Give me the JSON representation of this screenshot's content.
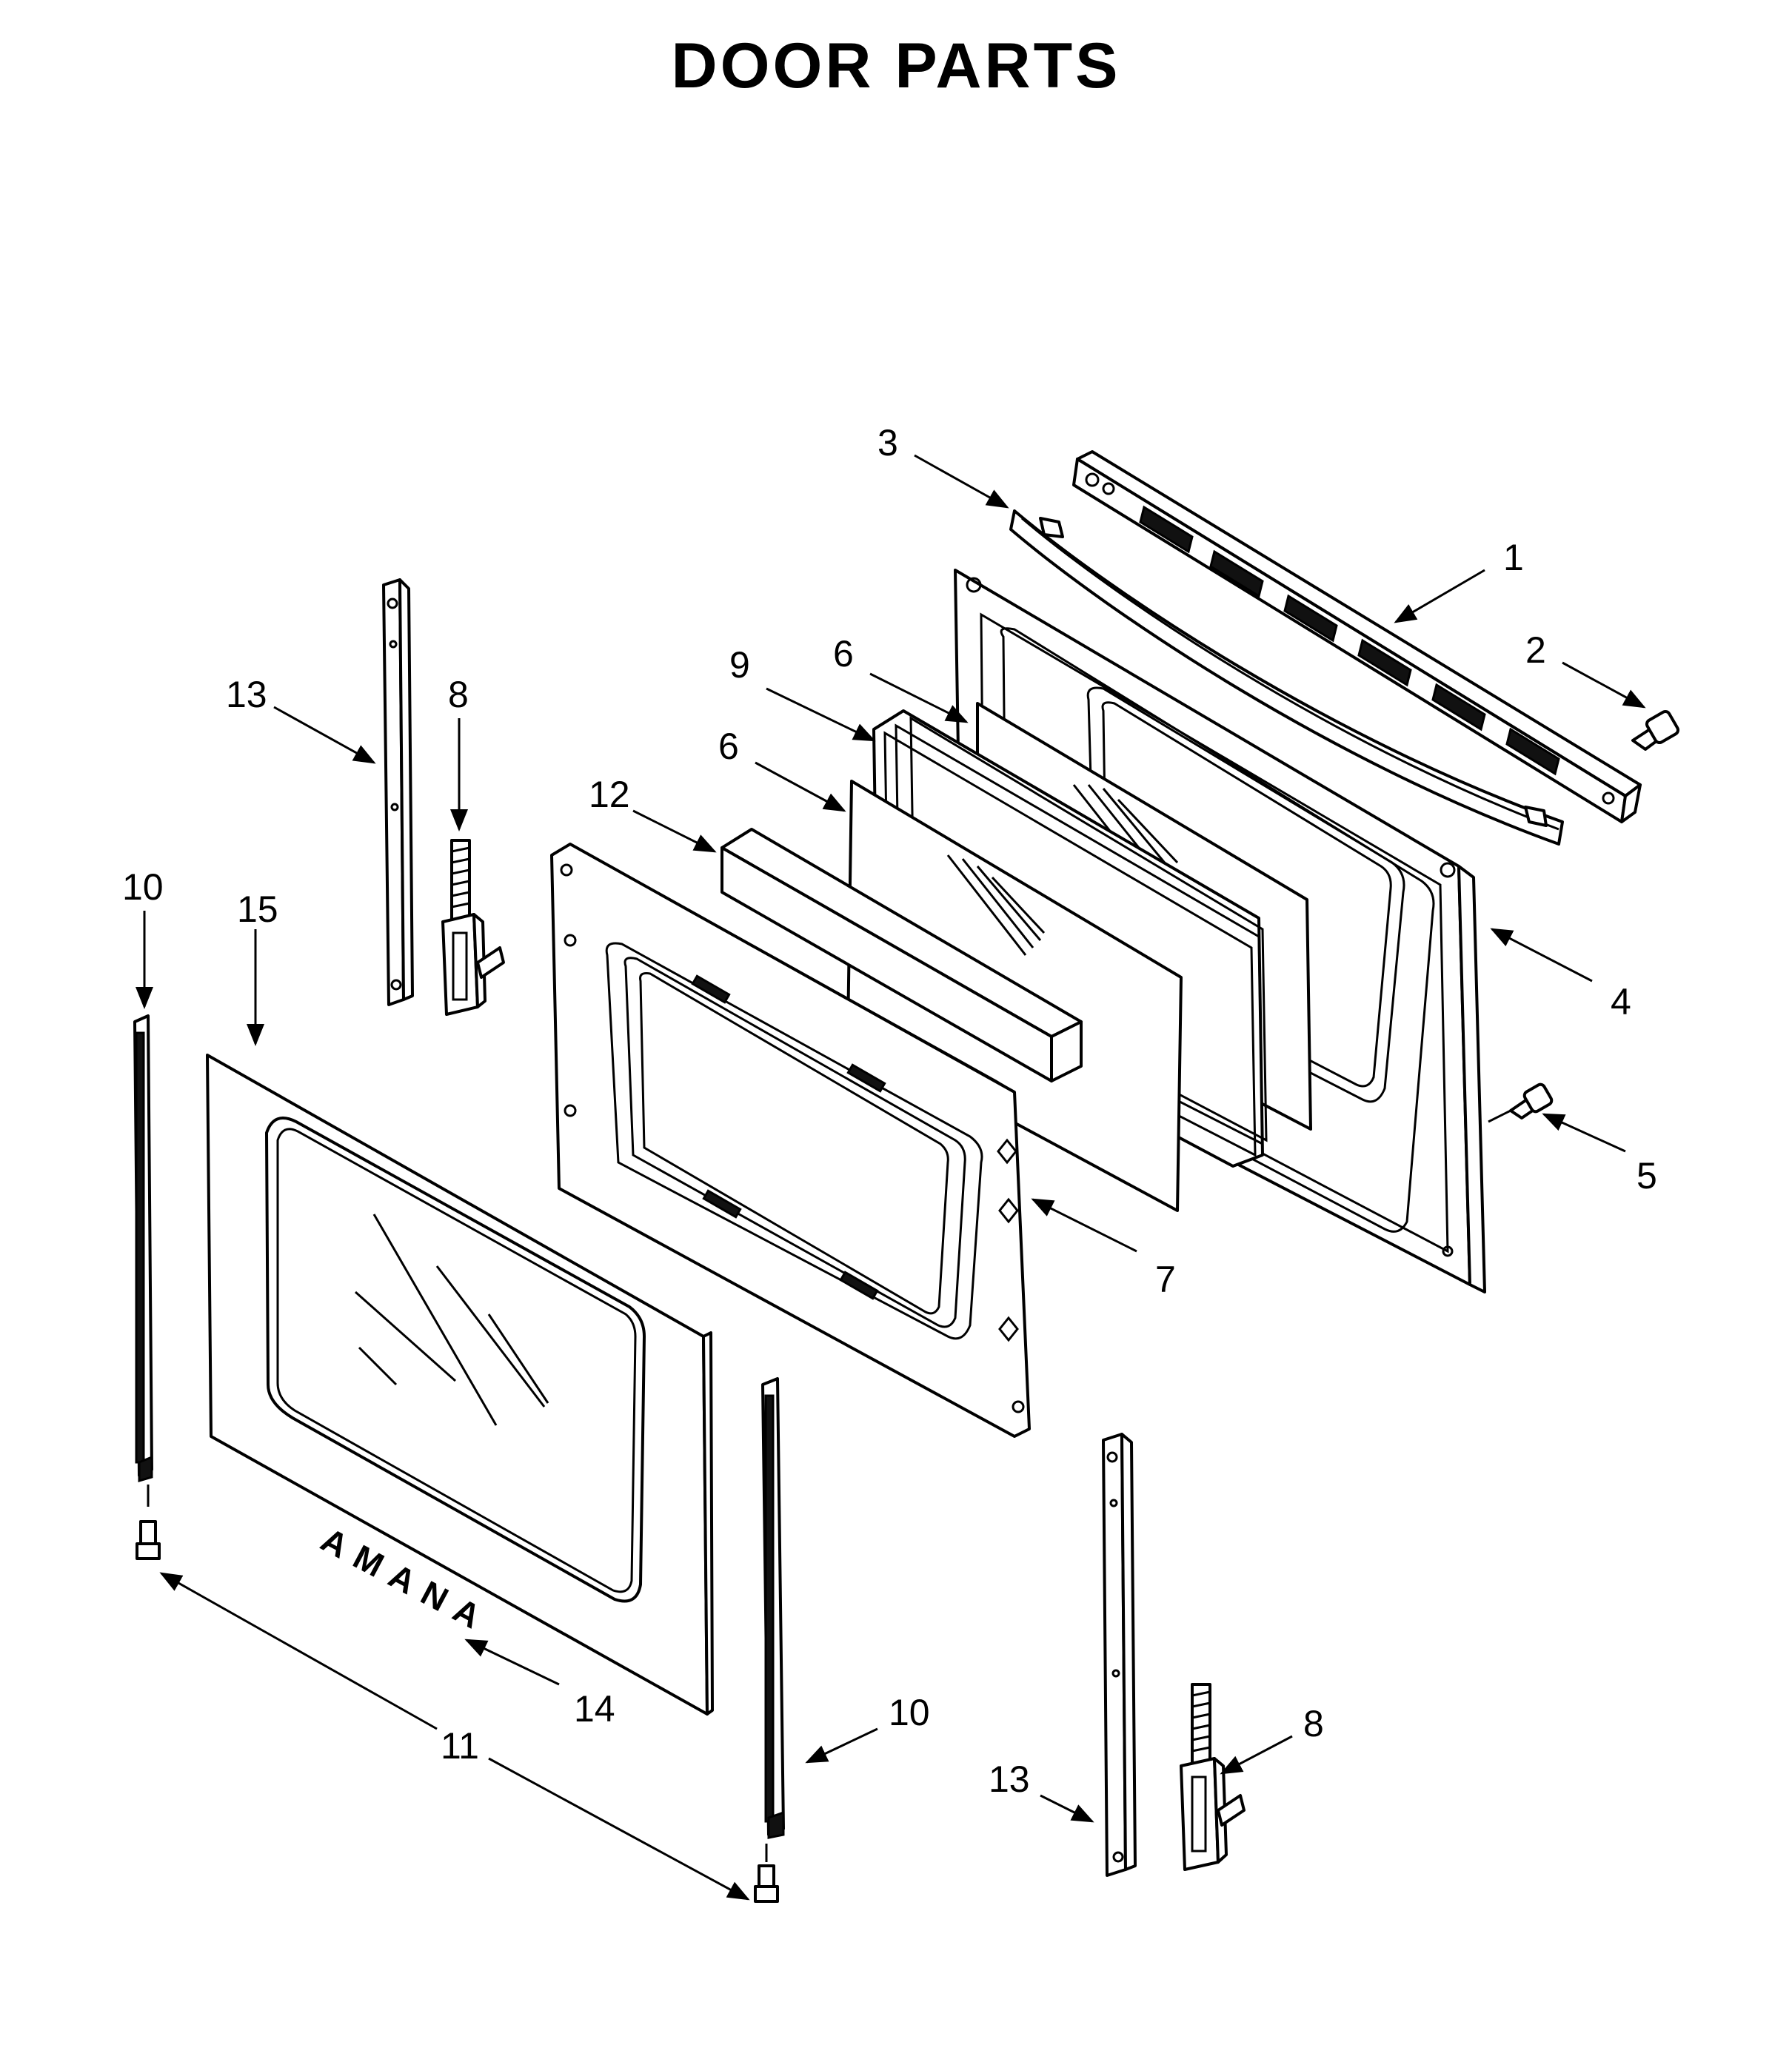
{
  "title": "DOOR PARTS",
  "logo_text": "AMANA",
  "callouts": [
    {
      "id": "c1",
      "label": "1"
    },
    {
      "id": "c2",
      "label": "2"
    },
    {
      "id": "c3",
      "label": "3"
    },
    {
      "id": "c4",
      "label": "4"
    },
    {
      "id": "c5",
      "label": "5"
    },
    {
      "id": "c6a",
      "label": "6"
    },
    {
      "id": "c6b",
      "label": "6"
    },
    {
      "id": "c7",
      "label": "7"
    },
    {
      "id": "c8a",
      "label": "8"
    },
    {
      "id": "c8b",
      "label": "8"
    },
    {
      "id": "c9",
      "label": "9"
    },
    {
      "id": "c10a",
      "label": "10"
    },
    {
      "id": "c10b",
      "label": "10"
    },
    {
      "id": "c11",
      "label": "11"
    },
    {
      "id": "c12",
      "label": "12"
    },
    {
      "id": "c13a",
      "label": "13"
    },
    {
      "id": "c13b",
      "label": "13"
    },
    {
      "id": "c14",
      "label": "14"
    },
    {
      "id": "c15",
      "label": "15"
    }
  ]
}
